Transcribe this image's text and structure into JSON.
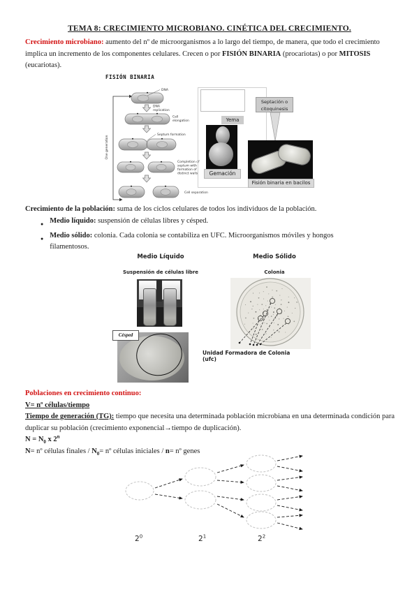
{
  "page": {
    "title": "TEMA 8: CRECIMIENTO MICROBIANO. CINÉTICA DEL CRECIMIENTO."
  },
  "intro": {
    "lead": "Crecimiento microbiano:",
    "t1": " aumento del nº de microorganismos a lo largo del tiempo, de manera, que todo el crecimiento implica un incremento de los componentes celulares. Crecen o por ",
    "b1": "FISIÓN BINARIA",
    "t2": " (procariotas) o por ",
    "b2": "MITOSIS",
    "t3": " (eucariotas)."
  },
  "fig_fission": {
    "title": "FISIÓN BINARIA",
    "one_generation": "One generation",
    "dna": "DNA",
    "dna_replication": [
      "DNA",
      "replication"
    ],
    "cell_elongation": [
      "Cell",
      "elongation"
    ],
    "septum_formation": "Septum formation",
    "completion": [
      "Completion of",
      "septum with",
      "formation of",
      "distinct walls"
    ],
    "cell_separation": "Cell separation",
    "yema": "Yema",
    "gemacion": "Gemación",
    "septacion": "Septación o citoquinesis",
    "bacilos_caption": "Fisión binaria en bacilos"
  },
  "population": {
    "lead": "Crecimiento de la población:",
    "text": " suma de los ciclos celulares de todos los individuos de la población.",
    "bullets": [
      {
        "lead": "Medio líquido:",
        "rest": " suspensión de células libres y césped."
      },
      {
        "lead": "Medio sólido:",
        "rest": " colonia. Cada colonia se contabiliza en UFC. Microorganismos móviles y hongos filamentosos."
      }
    ]
  },
  "fig_media": {
    "liquid_header": "Medio Líquido",
    "solid_header": "Medio Sólido",
    "liquid_sub": "Suspensión de células libre",
    "solid_sub": "Colonia",
    "cesped": "Césped",
    "ufc_label": "Unidad Formadora de Colonia (ufc)"
  },
  "continuo": {
    "heading": "Poblaciones en crecimiento continuo:",
    "v_formula": "V= nº células/tiempo",
    "tg_lead": "Tiempo de generación (TG):",
    "tg_text": " tiempo que necesita una determinada población microbiana en una determinada condición para duplicar su población (crecimiento exponencial→tiempo de duplicación).",
    "n_formula": {
      "p1": "N = N",
      "sub": "0",
      "p2": " x 2",
      "sup": "n"
    },
    "defs": {
      "s1": "N",
      "s2": "= nº células finales / ",
      "s3": "N",
      "s4": "0",
      "s5": "= nº células iniciales / ",
      "s6": "n",
      "s7": "= nº genes"
    }
  },
  "fig_exponential": {
    "labels": [
      {
        "base": "2",
        "exp": "0"
      },
      {
        "base": "2",
        "exp": "1"
      },
      {
        "base": "2",
        "exp": "2"
      }
    ]
  },
  "colors": {
    "accent_red": "#d31414"
  }
}
